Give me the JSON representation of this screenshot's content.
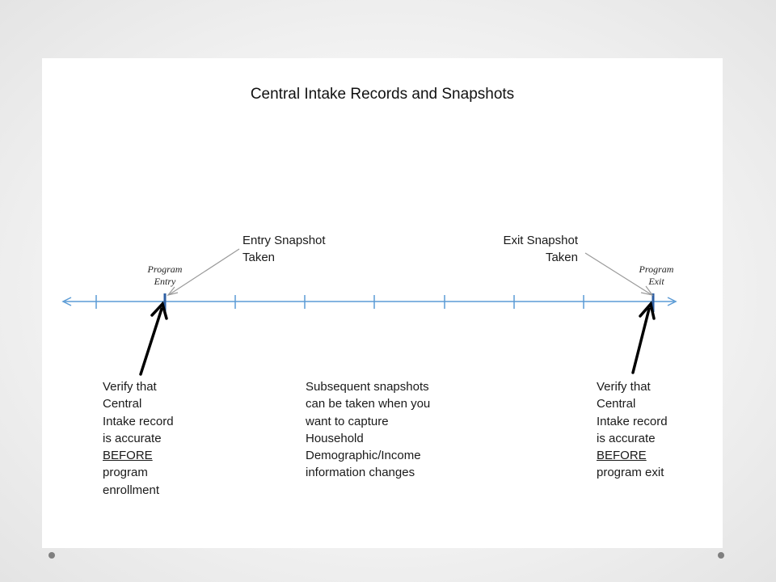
{
  "title": "Central Intake Records and Snapshots",
  "timeline": {
    "program_entry": [
      "Program",
      "Entry"
    ],
    "program_exit": [
      "Program",
      "Exit"
    ]
  },
  "callouts": {
    "entry_snapshot": [
      "Entry Snapshot",
      "Taken"
    ],
    "exit_snapshot": [
      "Exit Snapshot",
      "Taken"
    ]
  },
  "notes": {
    "left": [
      "Verify that",
      "Central",
      "Intake record",
      "is accurate",
      "BEFORE",
      "program",
      "enrollment"
    ],
    "middle": [
      "Subsequent snapshots",
      "can be taken when you",
      "want to capture",
      "Household",
      "Demographic/Income",
      "information changes"
    ],
    "right": [
      "Verify that",
      "Central",
      "Intake record",
      "is accurate",
      "BEFORE",
      "program exit"
    ]
  },
  "colors": {
    "timeline": "#5b9bd5",
    "marker": "#2e5fa3",
    "arrow": "#000000",
    "pointer_line": "#999999"
  }
}
